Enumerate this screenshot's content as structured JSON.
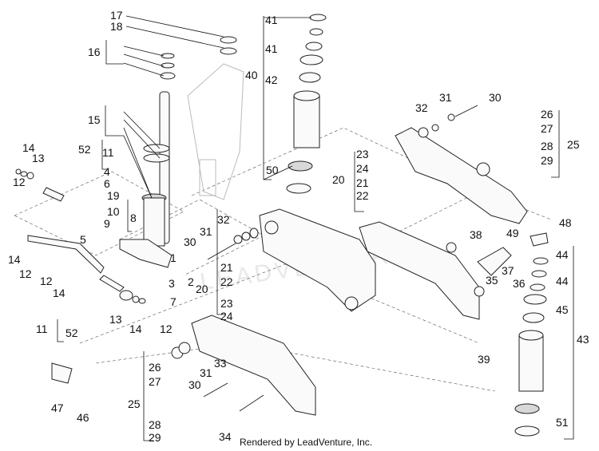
{
  "footer": "Rendered by LeadVenture, Inc.",
  "watermark": "LEADVENTURE",
  "labels": [
    {
      "id": "l17a",
      "text": "17"
    },
    {
      "id": "l18a",
      "text": "18"
    },
    {
      "id": "l16a",
      "text": "16"
    },
    {
      "id": "l15a",
      "text": "15"
    },
    {
      "id": "l14a",
      "text": "14"
    },
    {
      "id": "l13a",
      "text": "13"
    },
    {
      "id": "l52a",
      "text": "52"
    },
    {
      "id": "l11a",
      "text": "11"
    },
    {
      "id": "l12a",
      "text": "12"
    },
    {
      "id": "l4",
      "text": "4"
    },
    {
      "id": "l6",
      "text": "6"
    },
    {
      "id": "l19",
      "text": "19"
    },
    {
      "id": "l10",
      "text": "10"
    },
    {
      "id": "l9",
      "text": "9"
    },
    {
      "id": "l8",
      "text": "8"
    },
    {
      "id": "l5",
      "text": "5"
    },
    {
      "id": "l1",
      "text": "1"
    },
    {
      "id": "l2",
      "text": "2"
    },
    {
      "id": "l3",
      "text": "3"
    },
    {
      "id": "l7",
      "text": "7"
    },
    {
      "id": "l14b",
      "text": "14"
    },
    {
      "id": "l12b",
      "text": "12"
    },
    {
      "id": "l12c",
      "text": "12"
    },
    {
      "id": "l14c",
      "text": "14"
    },
    {
      "id": "l11b",
      "text": "11"
    },
    {
      "id": "l52b",
      "text": "52"
    },
    {
      "id": "l13b",
      "text": "13"
    },
    {
      "id": "l14d",
      "text": "14"
    },
    {
      "id": "l12d",
      "text": "12"
    },
    {
      "id": "l47",
      "text": "47"
    },
    {
      "id": "l46",
      "text": "46"
    },
    {
      "id": "l41a",
      "text": "41"
    },
    {
      "id": "l41b",
      "text": "41"
    },
    {
      "id": "l40",
      "text": "40"
    },
    {
      "id": "l42",
      "text": "42"
    },
    {
      "id": "l50",
      "text": "50"
    },
    {
      "id": "l32a",
      "text": "32"
    },
    {
      "id": "l31a",
      "text": "31"
    },
    {
      "id": "l30a",
      "text": "30"
    },
    {
      "id": "l21a",
      "text": "21"
    },
    {
      "id": "l22a",
      "text": "22"
    },
    {
      "id": "l20a",
      "text": "20"
    },
    {
      "id": "l23a",
      "text": "23"
    },
    {
      "id": "l24a",
      "text": "24"
    },
    {
      "id": "l32b",
      "text": "32"
    },
    {
      "id": "l31b",
      "text": "31"
    },
    {
      "id": "l30b",
      "text": "30"
    },
    {
      "id": "l26a",
      "text": "26"
    },
    {
      "id": "l27a",
      "text": "27"
    },
    {
      "id": "l28a",
      "text": "28"
    },
    {
      "id": "l29a",
      "text": "29"
    },
    {
      "id": "l25a",
      "text": "25"
    },
    {
      "id": "l23b",
      "text": "23"
    },
    {
      "id": "l24b",
      "text": "24"
    },
    {
      "id": "l20b",
      "text": "20"
    },
    {
      "id": "l21b",
      "text": "21"
    },
    {
      "id": "l22b",
      "text": "22"
    },
    {
      "id": "l48",
      "text": "48"
    },
    {
      "id": "l38",
      "text": "38"
    },
    {
      "id": "l49",
      "text": "49"
    },
    {
      "id": "l37",
      "text": "37"
    },
    {
      "id": "l35",
      "text": "35"
    },
    {
      "id": "l36",
      "text": "36"
    },
    {
      "id": "l44a",
      "text": "44"
    },
    {
      "id": "l44b",
      "text": "44"
    },
    {
      "id": "l45",
      "text": "45"
    },
    {
      "id": "l43",
      "text": "43"
    },
    {
      "id": "l39",
      "text": "39"
    },
    {
      "id": "l51",
      "text": "51"
    },
    {
      "id": "l26b",
      "text": "26"
    },
    {
      "id": "l27b",
      "text": "27"
    },
    {
      "id": "l31c",
      "text": "31"
    },
    {
      "id": "l33",
      "text": "33"
    },
    {
      "id": "l30c",
      "text": "30"
    },
    {
      "id": "l25b",
      "text": "25"
    },
    {
      "id": "l28b",
      "text": "28"
    },
    {
      "id": "l29b",
      "text": "29"
    },
    {
      "id": "l34",
      "text": "34"
    }
  ]
}
